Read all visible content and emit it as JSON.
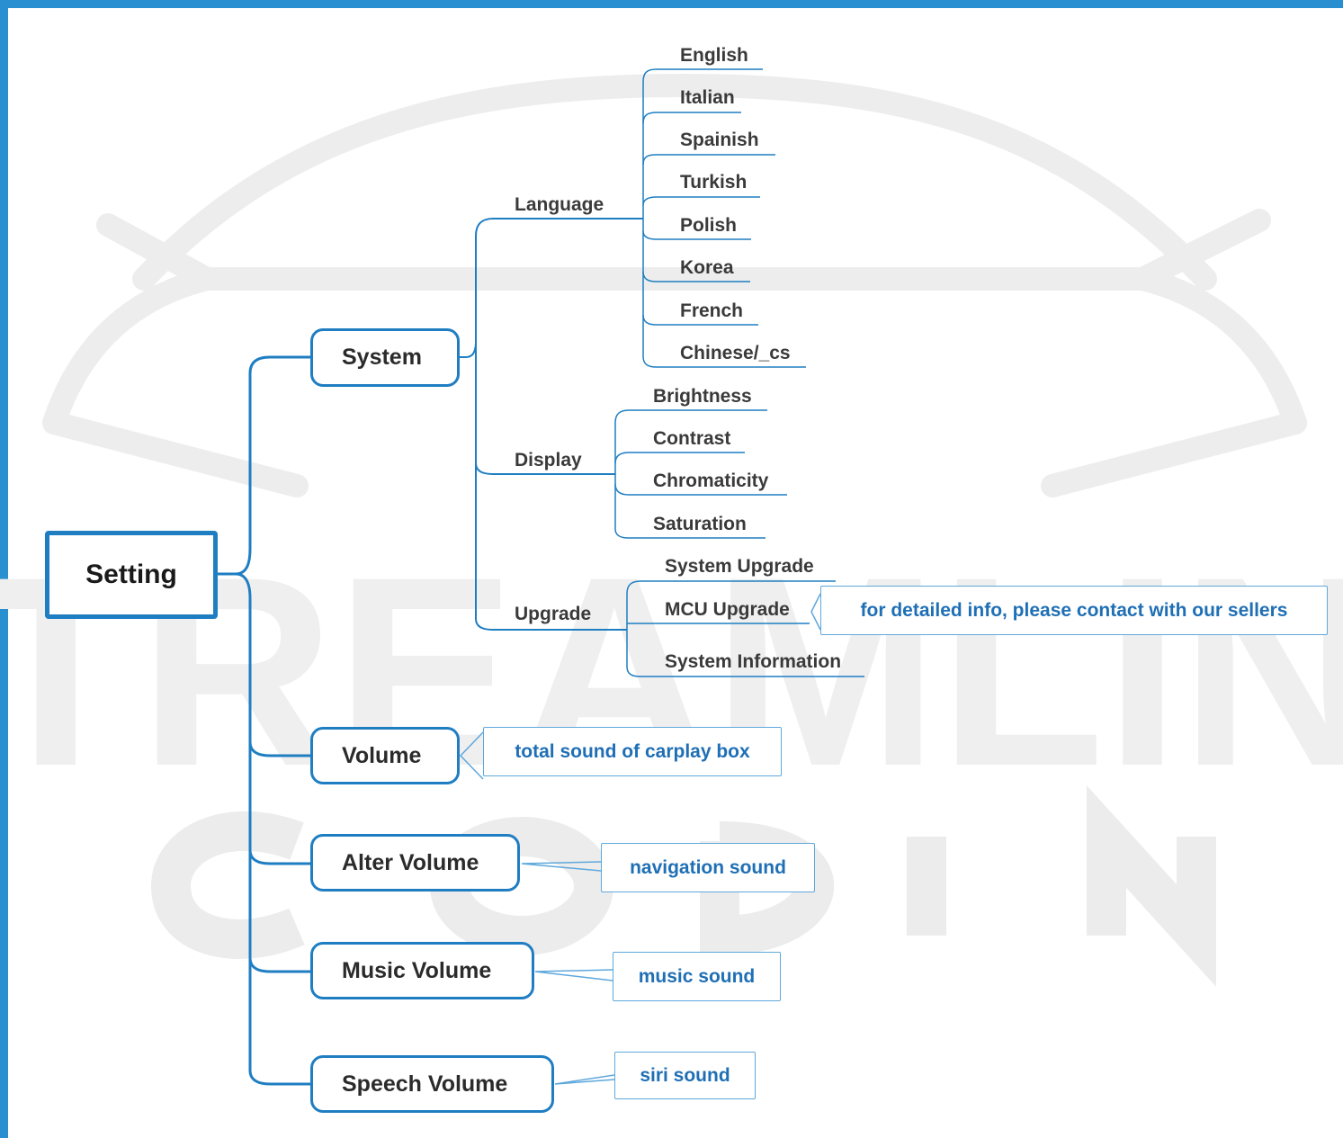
{
  "root": {
    "label": "Setting"
  },
  "branches": {
    "system": "System",
    "volume": "Volume",
    "alter_volume": "Alter Volume",
    "music_volume": "Music Volume",
    "speech_volume": "Speech Volume"
  },
  "system": {
    "language": {
      "label": "Language",
      "items": [
        "English",
        "Italian",
        "Spainish",
        "Turkish",
        "Polish",
        "Korea",
        "French",
        "Chinese/_cs"
      ]
    },
    "display": {
      "label": "Display",
      "items": [
        "Brightness",
        "Contrast",
        "Chromaticity",
        "Saturation"
      ]
    },
    "upgrade": {
      "label": "Upgrade",
      "items": [
        "System Upgrade",
        "MCU Upgrade",
        "System Information"
      ]
    }
  },
  "notes": {
    "mcu": "for detailed info, please contact with our sellers",
    "volume": "total sound of carplay box",
    "alter_volume": "navigation sound",
    "music_volume": "music sound",
    "speech_volume": "siri sound"
  },
  "colors": {
    "accent": "#1f7ec2",
    "frame": "#2a8fd1",
    "note_text": "#1f6fb5"
  }
}
